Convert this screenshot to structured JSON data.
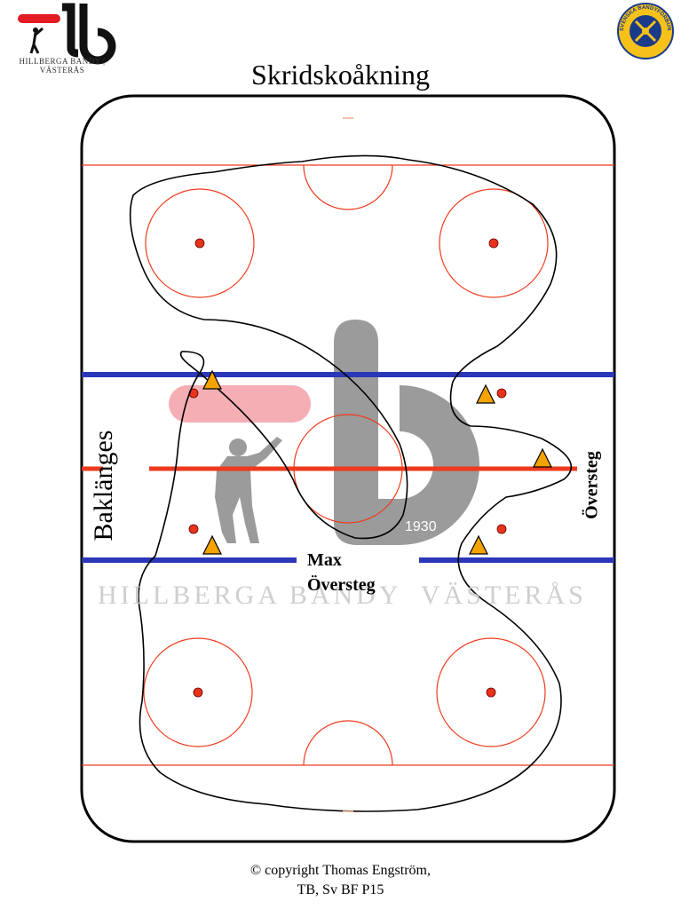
{
  "header": {
    "club_name": "HILLBERGA BANDY | VÄSTERÅS",
    "logo_small_text": "1930",
    "federation_text": "SVENSKA BANDYFÖRBUNDET"
  },
  "title": "Skridskoåkning",
  "labels": {
    "backwards": "Baklänges",
    "oversteg_right": "Översteg",
    "max": "Max",
    "max_oversteg": "Översteg"
  },
  "watermark": {
    "text": "HILLBERGA BANDY  VÄSTERÅS",
    "year": "1930"
  },
  "colors": {
    "red_line": "#ee3a1c",
    "blue_line": "#2b37b8",
    "cone": "#f4a300",
    "dot": "#e8331c",
    "watermark": "#8a8a8a"
  },
  "footer": {
    "line1": "© copyright Thomas Engström,",
    "line2": "TB, Sv BF P15"
  }
}
